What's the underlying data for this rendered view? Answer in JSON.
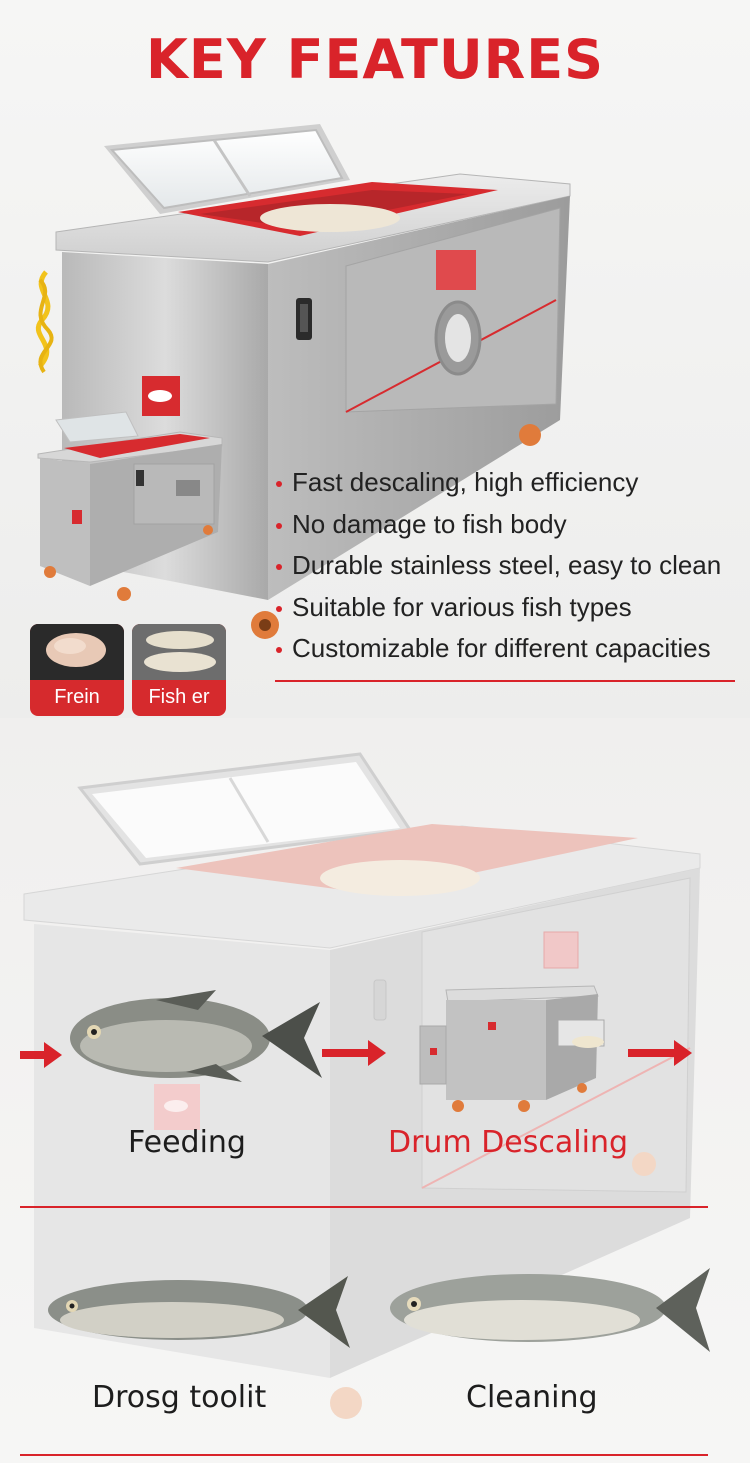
{
  "title": "KEY FEATURES",
  "features": [
    "Fast descaling, high efficiency",
    "No damage to fish body",
    "Durable stainless steel, easy to clean",
    "Suitable for various fish types",
    "Customizable for different capacities"
  ],
  "thumbnails": [
    "Frein",
    "Fish er"
  ],
  "process": {
    "step1": "Feeding",
    "step2": "Drum Descaling",
    "step3": "Drosg toolit",
    "step4": "Cleaning"
  },
  "colors": {
    "accent": "#d9232a",
    "steel": "#c9c9c9",
    "background": "#f1f1f0"
  },
  "icons": [
    "machine-image",
    "fish-image",
    "arrow-right-icon",
    "fish-sign-icon",
    "rope-icon"
  ]
}
